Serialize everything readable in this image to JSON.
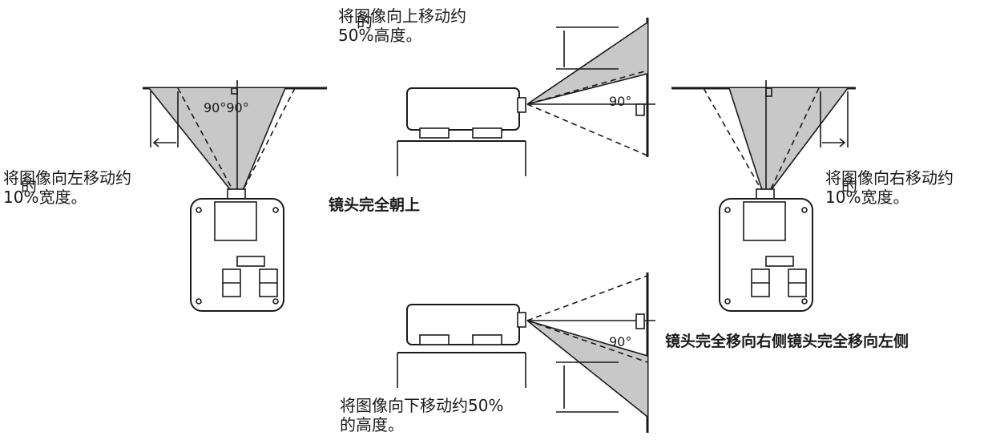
{
  "colors": {
    "line": "#1a1a1a",
    "beam_fill": "#c8c8c8",
    "projector_fill": "#ffffff",
    "background": "#ffffff"
  },
  "captions": {
    "shift_up": [
      "将图像向上移动约",
      "50%高度。"
    ],
    "shift_down": [
      "将图像向下移动约50%",
      "的高度。"
    ],
    "shift_left": [
      "将图像向左移动约",
      "10%宽度。"
    ],
    "shift_right": [
      "将图像向右移动约",
      "10%宽度。"
    ],
    "overlap_char": "的"
  },
  "headings": {
    "lens_up": "镜头完全朝上",
    "lens_right_left": "镜头完全移向右侧镜头完全移向左侧"
  },
  "angles": {
    "left_view": "90°90°",
    "top_view": "90°",
    "bottom_view": "90°"
  }
}
